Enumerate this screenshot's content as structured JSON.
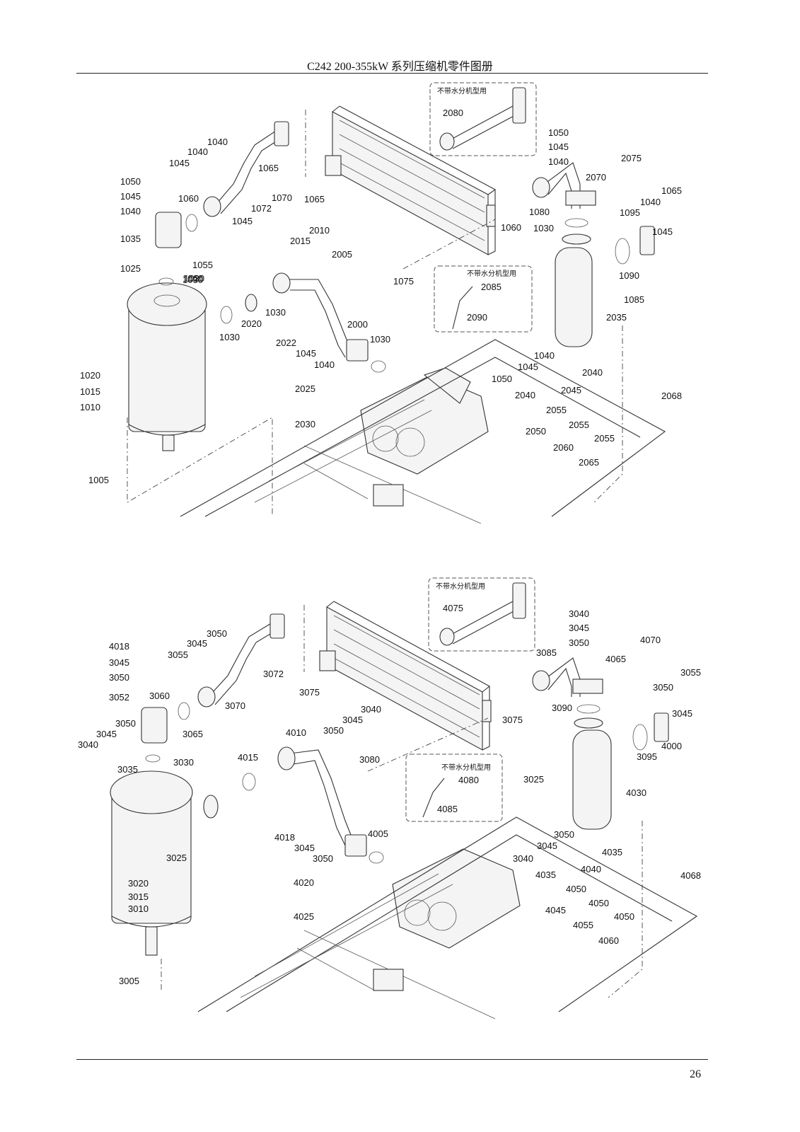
{
  "header": {
    "title": "C242 200-355kW 系列压缩机零件图册"
  },
  "page_number": "26",
  "diagrams": {
    "top": {
      "notes": [
        "不带水分机型用",
        "不带水分机型用"
      ],
      "callouts": [
        "1005",
        "1010",
        "1015",
        "1020",
        "1025",
        "1030",
        "1035",
        "1040",
        "1045",
        "1050",
        "1055",
        "1060",
        "1065",
        "1070",
        "1072",
        "1045",
        "1040",
        "1040",
        "1045",
        "1065",
        "1060",
        "1030",
        "1030",
        "2020",
        "1030",
        "2015",
        "2010",
        "2005",
        "2000",
        "2022",
        "1045",
        "1040",
        "1030",
        "2025",
        "2030",
        "1075",
        "2085",
        "2090",
        "1060",
        "2080",
        "1050",
        "1045",
        "1040",
        "1080",
        "1030",
        "2070",
        "2075",
        "1065",
        "1040",
        "1095",
        "1045",
        "1090",
        "1085",
        "2035",
        "1040",
        "1045",
        "1050",
        "2040",
        "2040",
        "2045",
        "2055",
        "2050",
        "2055",
        "2060",
        "2055",
        "2065",
        "2068"
      ]
    },
    "bottom": {
      "notes": [
        "不带水分机型用",
        "不带水分机型用"
      ],
      "callouts": [
        "3005",
        "3010",
        "3015",
        "3020",
        "3025",
        "3030",
        "3035",
        "3040",
        "3045",
        "3050",
        "3052",
        "3050",
        "3045",
        "4018",
        "3055",
        "3045",
        "3050",
        "3060",
        "3065",
        "3070",
        "3072",
        "3075",
        "4010",
        "4015",
        "3050",
        "3045",
        "3040",
        "3080",
        "4080",
        "4085",
        "4018",
        "3045",
        "3050",
        "4005",
        "4020",
        "4025",
        "3075",
        "4075",
        "3040",
        "3045",
        "3050",
        "3085",
        "4065",
        "4070",
        "3055",
        "3050",
        "3045",
        "3090",
        "4000",
        "3095",
        "3025",
        "4030",
        "3050",
        "3045",
        "3040",
        "4035",
        "4035",
        "4040",
        "4050",
        "4045",
        "4050",
        "4055",
        "4050",
        "4060",
        "4068"
      ]
    }
  }
}
